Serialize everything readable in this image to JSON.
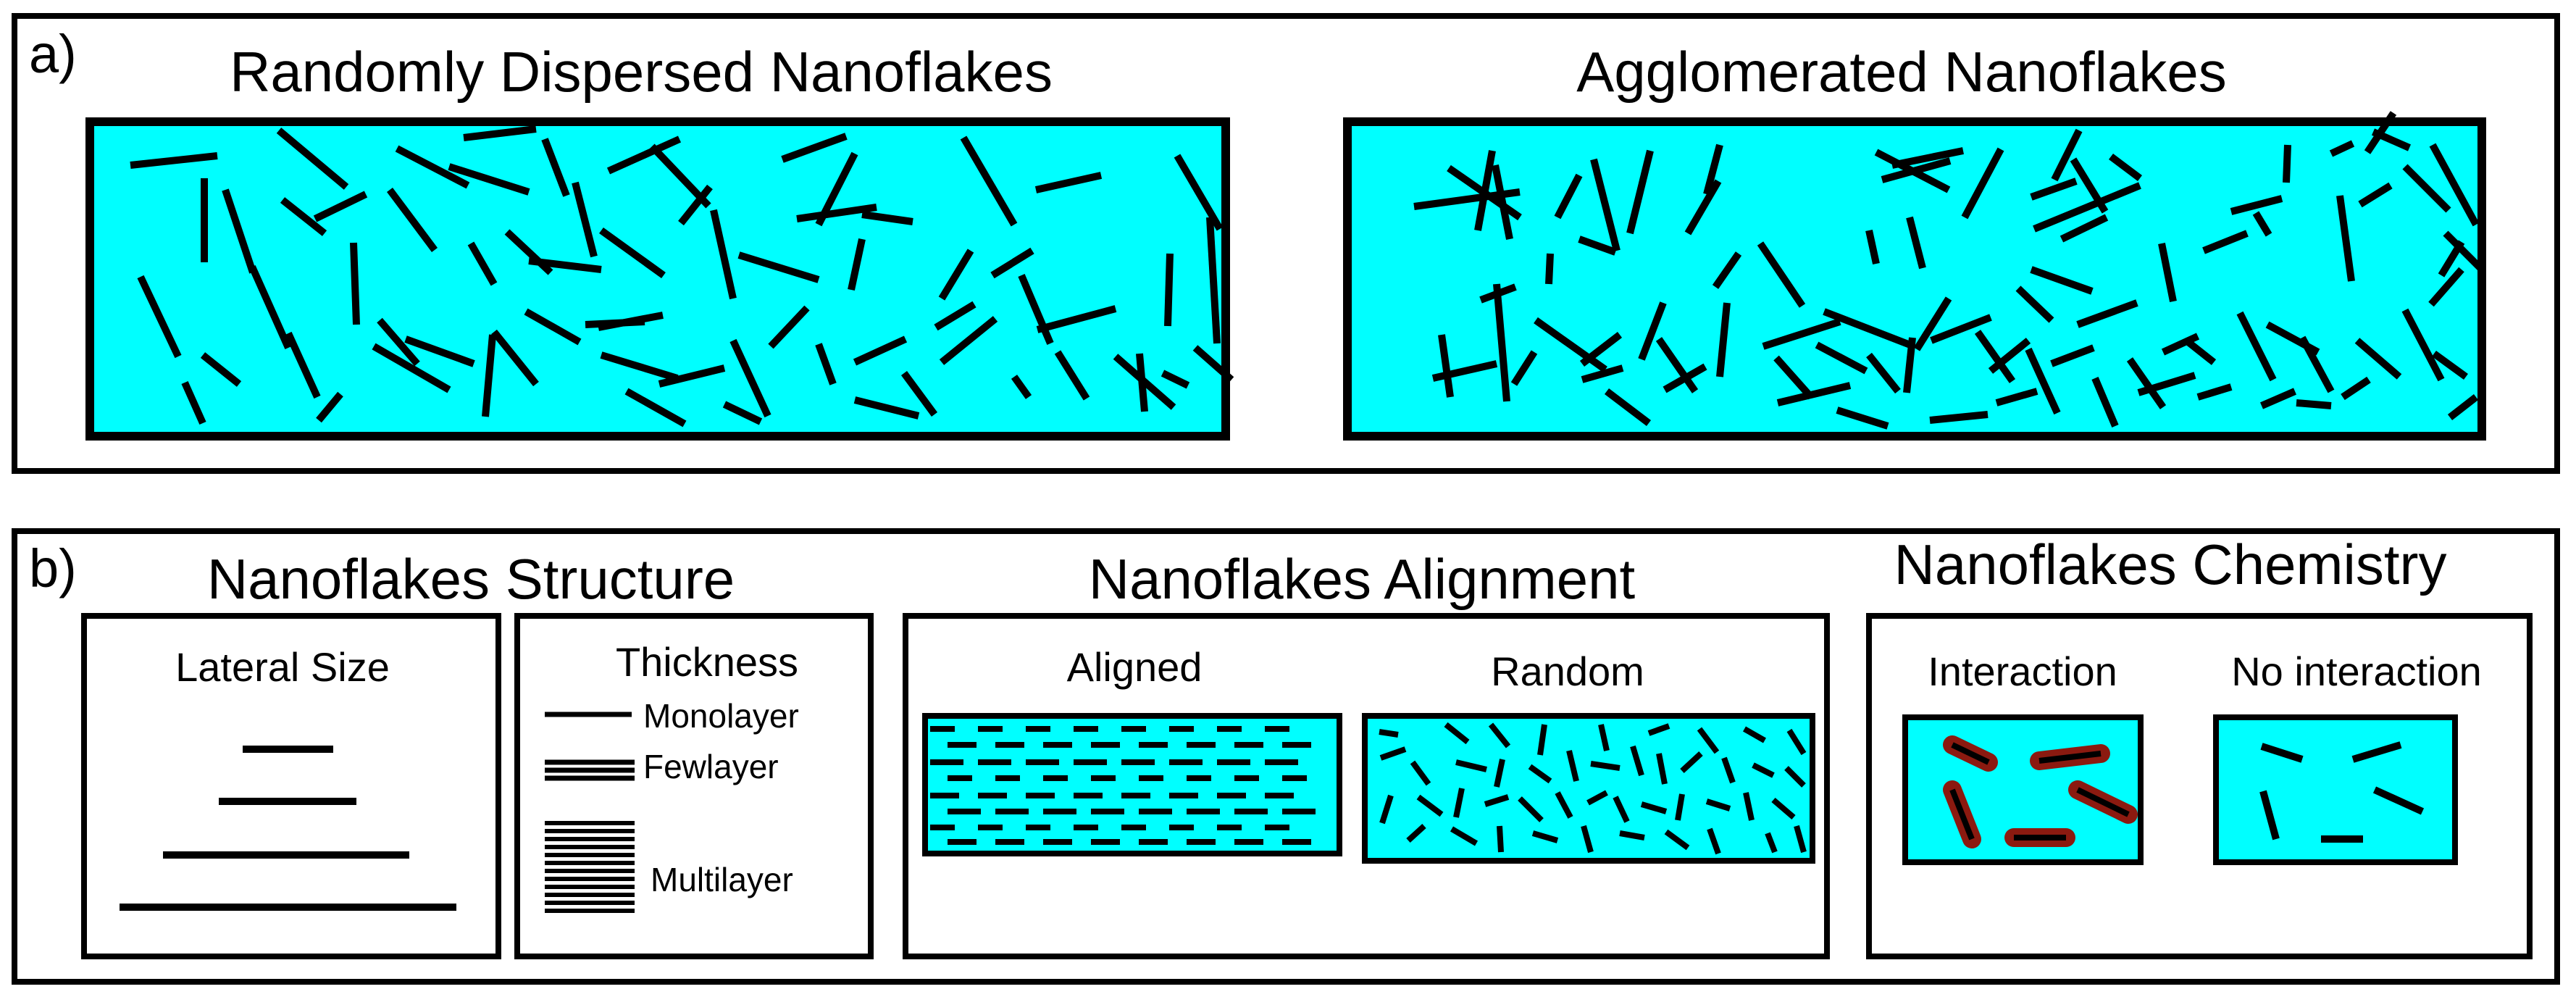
{
  "colors": {
    "medium": "#00ffff",
    "flake": "#000000",
    "interaction_flake": "#8b1a10",
    "border": "#000000",
    "background": "#ffffff"
  },
  "panel_a": {
    "label": "a)",
    "random_title": "Randomly Dispersed Nanoflakes",
    "agglomerated_title": "Agglomerated Nanoflakes"
  },
  "panel_b": {
    "label": "b)",
    "structure": {
      "title": "Nanoflakes Structure",
      "lateral_size_label": "Lateral Size",
      "thickness_label": "Thickness",
      "monolayer_label": "Monolayer",
      "fewlayer_label": "Fewlayer",
      "multilayer_label": "Multilayer"
    },
    "alignment": {
      "title": "Nanoflakes Alignment",
      "aligned_label": "Aligned",
      "random_label": "Random"
    },
    "chemistry": {
      "title": "Nanoflakes Chemistry",
      "interaction_label": "Interaction",
      "no_interaction_label": "No interaction"
    }
  }
}
